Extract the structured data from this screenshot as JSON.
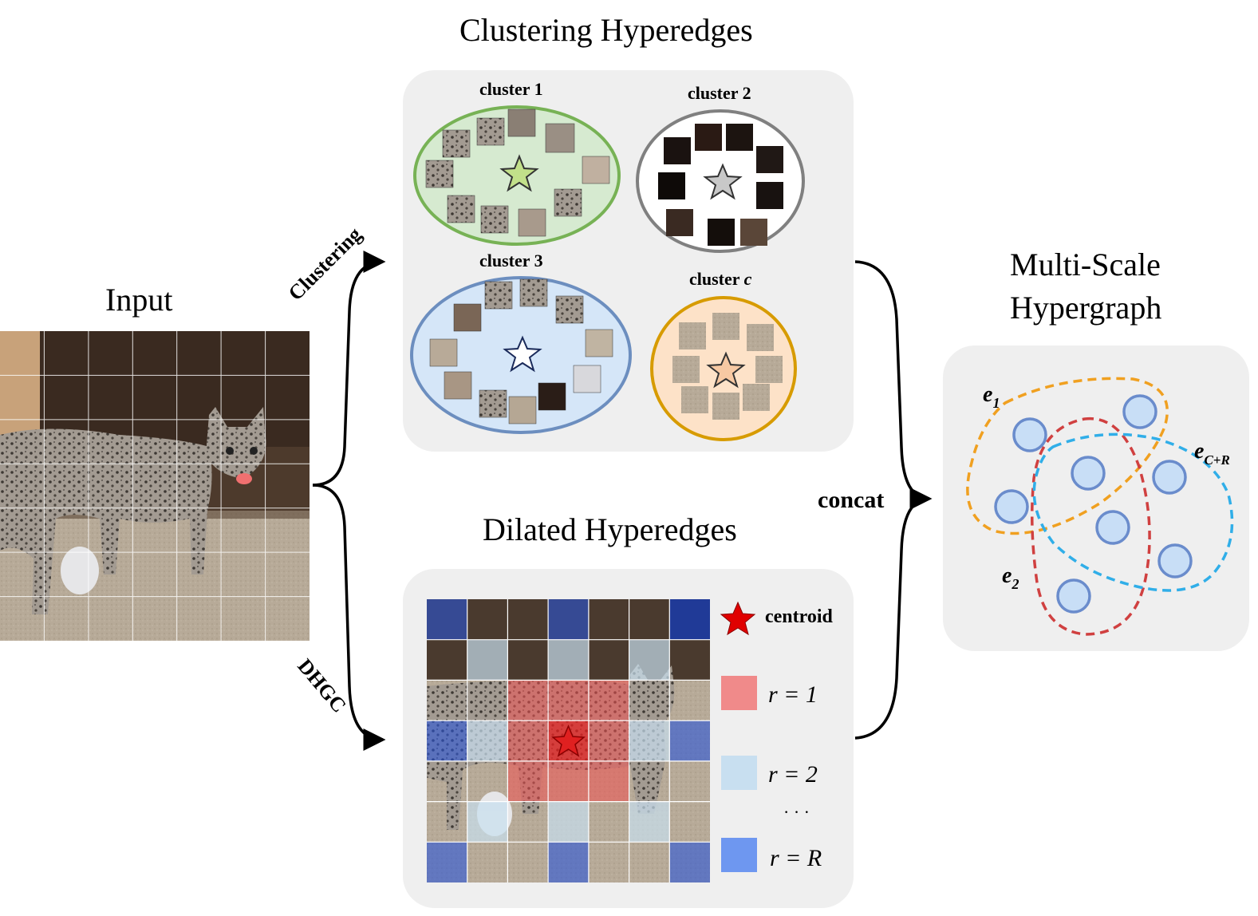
{
  "titles": {
    "input": "Input",
    "clustering": "Clustering Hyperedges",
    "dilated": "Dilated Hyperedges",
    "multiscale_line1": "Multi-Scale",
    "multiscale_line2": "Hypergraph"
  },
  "arrows": {
    "clustering": "Clustering",
    "dhgc": "DHGC",
    "concat": "concat"
  },
  "clusters": [
    {
      "label_main": "cluster 1",
      "label_italic": "",
      "border": "#77b255",
      "fill": "#d6ead0",
      "star": "#c2e08a"
    },
    {
      "label_main": "cluster 2",
      "label_italic": "",
      "border": "#808080",
      "fill": "#ffffff",
      "star": "#c8c8c8"
    },
    {
      "label_main": "cluster 3",
      "label_italic": "",
      "border": "#6c8ebf",
      "fill": "#d5e6f8",
      "star": "#ffffff"
    },
    {
      "label_main": "cluster ",
      "label_italic": "c",
      "border": "#d79b00",
      "fill": "#fde2c8",
      "star": "#f7c9a3"
    }
  ],
  "legend": {
    "centroid": "centroid",
    "r1": "r = 1",
    "r2": "r = 2",
    "dots": "· · ·",
    "rR": "r = R",
    "colors": {
      "r1": "#f08a8a",
      "r2": "#c8dff0",
      "rR": "#6e97f0",
      "centroid": "#e00000"
    }
  },
  "hypergraph": {
    "e1_main": "e",
    "e1_sub": "1",
    "e2_main": "e",
    "e2_sub": "2",
    "eCR_main": "e",
    "eCR_sub": "C+R",
    "colors": {
      "e1": "#f0a020",
      "e2": "#d04040",
      "eCR": "#30aee8",
      "node_fill": "#c8def6",
      "node_stroke": "#6a8ccc"
    }
  }
}
